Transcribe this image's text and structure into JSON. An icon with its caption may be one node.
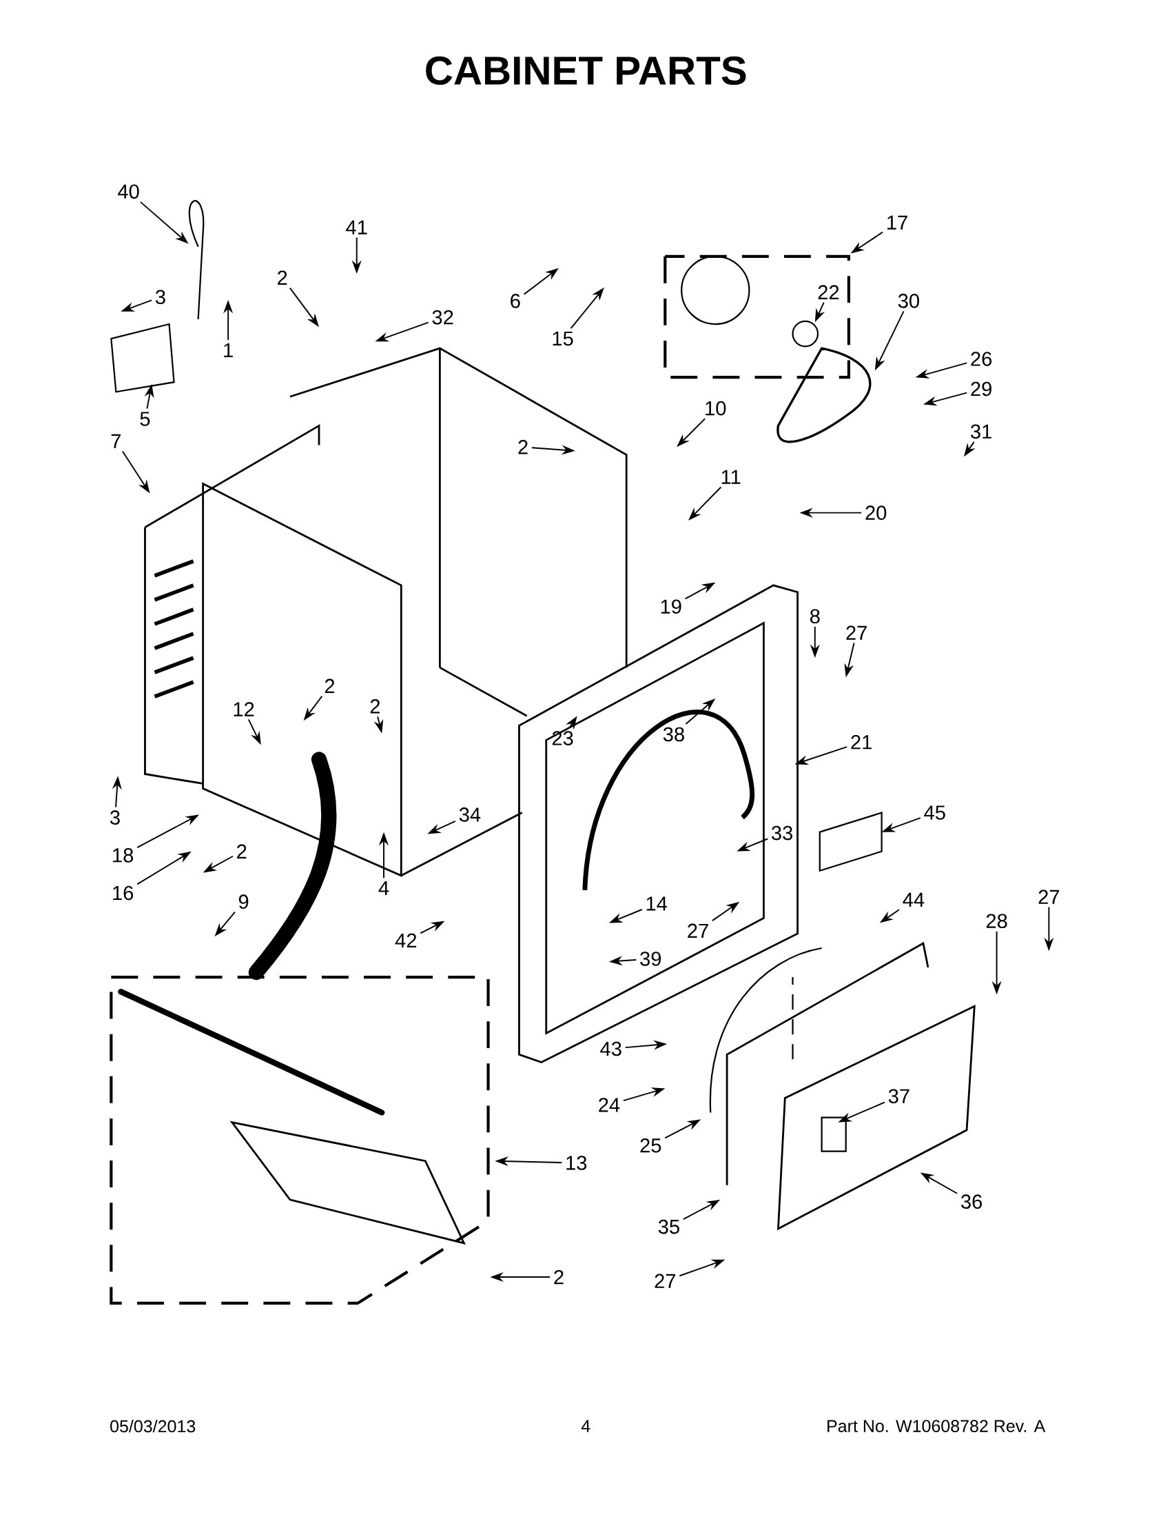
{
  "diagram": {
    "title": "CABINET PARTS",
    "nodes": [
      {
        "text": [
          "40"
        ]
      },
      {
        "text": [
          "41"
        ]
      },
      {
        "text": [
          "3"
        ]
      },
      {
        "text": [
          "2"
        ]
      },
      {
        "text": [
          "32"
        ]
      },
      {
        "text": [
          "1"
        ]
      },
      {
        "text": [
          "5"
        ]
      },
      {
        "text": [
          "7"
        ]
      },
      {
        "text": [
          "6"
        ]
      },
      {
        "text": [
          "15"
        ]
      },
      {
        "text": [
          "17"
        ]
      },
      {
        "text": [
          "22"
        ]
      },
      {
        "text": [
          "30"
        ]
      },
      {
        "text": [
          "26"
        ]
      },
      {
        "text": [
          "29"
        ]
      },
      {
        "text": [
          "31"
        ]
      },
      {
        "text": [
          "10"
        ]
      },
      {
        "text": [
          "2"
        ]
      },
      {
        "text": [
          "11"
        ]
      },
      {
        "text": [
          "20"
        ]
      },
      {
        "text": [
          "19"
        ]
      },
      {
        "text": [
          "8"
        ]
      },
      {
        "text": [
          "27"
        ]
      },
      {
        "text": [
          "2"
        ]
      },
      {
        "text": [
          "2"
        ]
      },
      {
        "text": [
          "12"
        ]
      },
      {
        "text": [
          "23"
        ]
      },
      {
        "text": [
          "38"
        ]
      },
      {
        "text": [
          "21"
        ]
      },
      {
        "text": [
          "3"
        ]
      },
      {
        "text": [
          "18"
        ]
      },
      {
        "text": [
          "34"
        ]
      },
      {
        "text": [
          "45"
        ]
      },
      {
        "text": [
          "4"
        ]
      },
      {
        "text": [
          "33"
        ]
      },
      {
        "text": [
          "16"
        ]
      },
      {
        "text": [
          "2"
        ]
      },
      {
        "text": [
          "9"
        ]
      },
      {
        "text": [
          "14"
        ]
      },
      {
        "text": [
          "27"
        ]
      },
      {
        "text": [
          "44"
        ]
      },
      {
        "text": [
          "27"
        ]
      },
      {
        "text": [
          "28"
        ]
      },
      {
        "text": [
          "42"
        ]
      },
      {
        "text": [
          "39"
        ]
      },
      {
        "text": [
          "43"
        ]
      },
      {
        "text": [
          "24"
        ]
      },
      {
        "text": [
          "13"
        ]
      },
      {
        "text": [
          "25"
        ]
      },
      {
        "text": [
          "37"
        ]
      },
      {
        "text": [
          "36"
        ]
      },
      {
        "text": [
          "35"
        ]
      },
      {
        "text": [
          "2"
        ]
      },
      {
        "text": [
          "27"
        ]
      }
    ],
    "edges": [
      {
        "from": 0,
        "to": null,
        "arrow": "to"
      },
      {
        "from": 1,
        "to": null,
        "arrow": "to"
      },
      {
        "from": 2,
        "to": null,
        "arrow": "to"
      },
      {
        "from": 3,
        "to": null,
        "arrow": "to"
      },
      {
        "from": 4,
        "to": null,
        "arrow": "to"
      },
      {
        "from": 5,
        "to": null,
        "arrow": "to"
      },
      {
        "from": 6,
        "to": null,
        "arrow": "to"
      },
      {
        "from": 7,
        "to": null,
        "arrow": "to"
      },
      {
        "from": 8,
        "to": null,
        "arrow": "to"
      },
      {
        "from": 9,
        "to": null,
        "arrow": "to"
      },
      {
        "from": 10,
        "to": null,
        "arrow": "to"
      },
      {
        "from": 11,
        "to": null,
        "arrow": "to"
      },
      {
        "from": 12,
        "to": null,
        "arrow": "to"
      },
      {
        "from": 13,
        "to": null,
        "arrow": "to"
      },
      {
        "from": 14,
        "to": null,
        "arrow": "to"
      },
      {
        "from": 15,
        "to": null,
        "arrow": "to"
      },
      {
        "from": 16,
        "to": null,
        "arrow": "to"
      },
      {
        "from": 17,
        "to": null,
        "arrow": "to"
      },
      {
        "from": 18,
        "to": null,
        "arrow": "to"
      },
      {
        "from": 19,
        "to": null,
        "arrow": "to"
      },
      {
        "from": 20,
        "to": null,
        "arrow": "to"
      },
      {
        "from": 21,
        "to": null,
        "arrow": "to"
      },
      {
        "from": 22,
        "to": null,
        "arrow": "to"
      },
      {
        "from": 23,
        "to": null,
        "arrow": "to"
      },
      {
        "from": 24,
        "to": null,
        "arrow": "to"
      },
      {
        "from": 25,
        "to": null,
        "arrow": "to"
      },
      {
        "from": 26,
        "to": null,
        "arrow": "to"
      },
      {
        "from": 27,
        "to": null,
        "arrow": "to"
      },
      {
        "from": 28,
        "to": null,
        "arrow": "to"
      },
      {
        "from": 29,
        "to": null,
        "arrow": "to"
      },
      {
        "from": 30,
        "to": null,
        "arrow": "to"
      },
      {
        "from": 31,
        "to": null,
        "arrow": "to"
      },
      {
        "from": 32,
        "to": null,
        "arrow": "to"
      },
      {
        "from": 33,
        "to": null,
        "arrow": "to"
      },
      {
        "from": 34,
        "to": null,
        "arrow": "to"
      },
      {
        "from": 35,
        "to": null,
        "arrow": "to"
      },
      {
        "from": 36,
        "to": null,
        "arrow": "to"
      },
      {
        "from": 37,
        "to": null,
        "arrow": "to"
      },
      {
        "from": 38,
        "to": null,
        "arrow": "to"
      },
      {
        "from": 39,
        "to": null,
        "arrow": "to"
      },
      {
        "from": 40,
        "to": null,
        "arrow": "to"
      },
      {
        "from": 41,
        "to": null,
        "arrow": "to"
      },
      {
        "from": 42,
        "to": null,
        "arrow": "to"
      },
      {
        "from": 43,
        "to": null,
        "arrow": "to"
      },
      {
        "from": 44,
        "to": null,
        "arrow": "to"
      },
      {
        "from": 45,
        "to": null,
        "arrow": "to"
      },
      {
        "from": 46,
        "to": null,
        "arrow": "to"
      },
      {
        "from": 47,
        "to": null,
        "arrow": "to"
      },
      {
        "from": 48,
        "to": null,
        "arrow": "to"
      },
      {
        "from": 49,
        "to": null,
        "arrow": "to"
      },
      {
        "from": 50,
        "to": null,
        "arrow": "to"
      },
      {
        "from": 51,
        "to": null,
        "arrow": "to"
      },
      {
        "from": 52,
        "to": null,
        "arrow": "to"
      },
      {
        "from": 53,
        "to": null,
        "arrow": "to"
      }
    ],
    "labels": [
      "05/03/2013",
      "4",
      "Part No. W10608782 Rev. A"
    ]
  }
}
